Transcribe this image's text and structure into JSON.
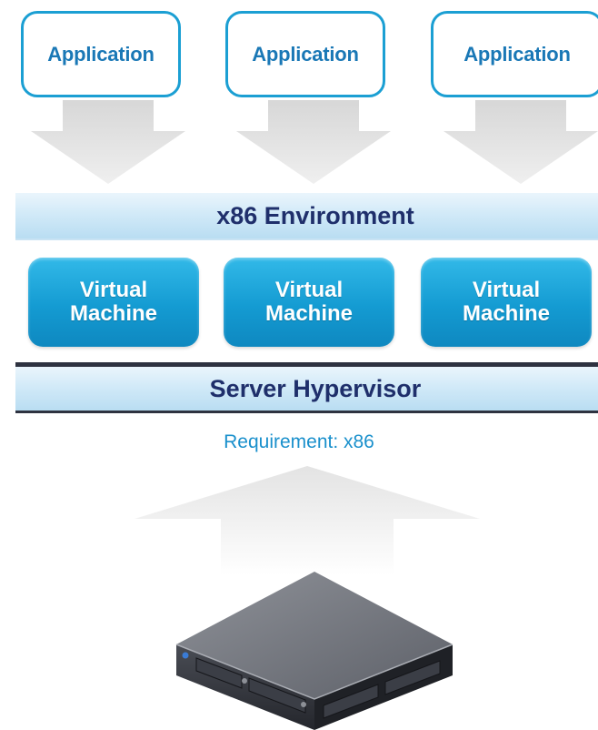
{
  "applications": [
    {
      "label": "Application"
    },
    {
      "label": "Application"
    },
    {
      "label": "Application"
    }
  ],
  "environment": {
    "label": "x86 Environment"
  },
  "virtual_machines": [
    {
      "line1": "Virtual",
      "line2": "Machine"
    },
    {
      "line1": "Virtual",
      "line2": "Machine"
    },
    {
      "line1": "Virtual",
      "line2": "Machine"
    }
  ],
  "hypervisor": {
    "label": "Server Hypervisor"
  },
  "requirement": {
    "text": "Requirement: x86"
  },
  "icons": {
    "down_arrow": "down-arrow-icon",
    "up_arrow": "up-arrow-icon",
    "server": "server-icon"
  },
  "colors": {
    "application_border": "#1b9fd3",
    "application_text": "#1a78b6",
    "band_text": "#1f2f6b",
    "vm_fill": "#149bd2",
    "requirement_text": "#1a90cc"
  }
}
